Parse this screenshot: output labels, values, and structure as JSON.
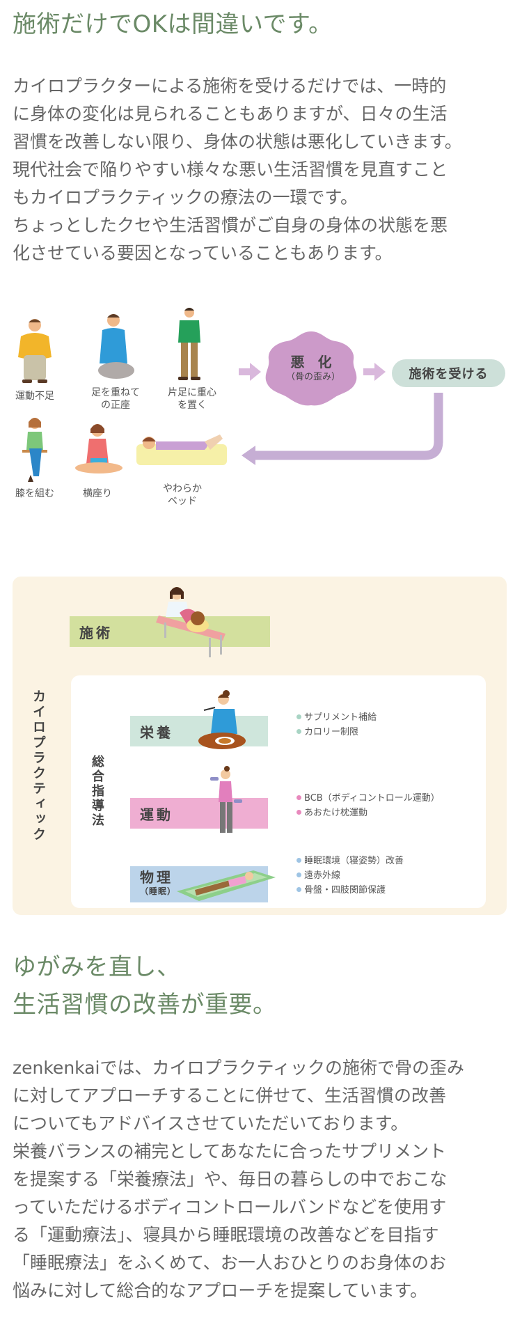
{
  "section1": {
    "heading": "施術だけでOKは間違いです。",
    "paragraph_lines": [
      "カイロプラクターによる施術を受けるだけでは、一時的",
      "に身体の変化は見られることもありますが、日々の生活",
      "習慣を改善しない限り、身体の状態は悪化していきます。",
      "現代社会で陥りやすい様々な悪い生活習慣を見直すこと",
      "もカイロプラクティックの療法の一環です。",
      "ちょっとしたクセや生活習慣がご自身の身体の状態を悪",
      "化させている要因となっていることもあります。"
    ]
  },
  "cycle_diagram": {
    "habits": [
      {
        "label": "運動不足",
        "shirt": "#f2b52a",
        "pants": "#c9c2a8"
      },
      {
        "label": "足を重ねて\nの正座",
        "shirt": "#2f9bd8",
        "pants": "#b0aaa8"
      },
      {
        "label": "片足に重心\nを置く",
        "shirt": "#25a05a",
        "pants": "#a8844e"
      },
      {
        "label": "膝を組む",
        "shirt": "#7dc77a",
        "pants": "#2b86c8"
      },
      {
        "label": "横座り",
        "shirt": "#ef6f6f",
        "pants": "#3aaedc"
      },
      {
        "label": "やわらか\nベッド",
        "shirt": "#c9a0d4",
        "pants": "#f6f0a8"
      }
    ],
    "worsen": {
      "title": "悪 化",
      "subtitle": "（骨の歪み）",
      "color": "#cc9ac9"
    },
    "treatment_pill": {
      "label": "施術を受ける",
      "color": "#cde0d9"
    },
    "arrow_color": "#c6aed4"
  },
  "approach_panel": {
    "outer_vertical_label": "カイロプラクティック",
    "inner_vertical_label": "総合指導法",
    "treatment_band": {
      "label": "施術",
      "color": "#d3e09e"
    },
    "categories": [
      {
        "label": "栄養",
        "sub": "",
        "color": "#cfe6dc",
        "dot": "#a8d4c4",
        "items": [
          "サプリメント補給",
          "カロリー制限"
        ]
      },
      {
        "label": "運動",
        "sub": "",
        "color": "#efaed2",
        "dot": "#e889bd",
        "items": [
          "BCB（ボディコントロール運動）",
          "あおたけ枕運動"
        ]
      },
      {
        "label": "物理",
        "sub": "（睡眠）",
        "color": "#bcd4ea",
        "dot": "#9ec4e4",
        "items": [
          "睡眠環境（寝姿勢）改善",
          "遠赤外線",
          "骨盤・四肢関節保護"
        ]
      }
    ]
  },
  "section2": {
    "heading_lines": [
      "ゆがみを直し、",
      "生活習慣の改善が重要。"
    ],
    "paragraph_lines": [
      "zenkenkaiでは、カイロプラクティックの施術で骨の歪み",
      "に対してアプローチすることに併せて、生活習慣の改善",
      "についてもアドバイスさせていただいております。",
      "栄養バランスの補完としてあなたに合ったサプリメント",
      "を提案する「栄養療法」や、毎日の暮らしの中でおこな",
      "っていただけるボディコントロールバンドなどを使用す",
      "る「運動療法」、寝具から睡眠環境の改善などを目指す",
      "「睡眠療法」をふくめて、お一人おひとりのお身体のお",
      "悩みに対して総合的なアプローチを提案しています。"
    ]
  },
  "colors": {
    "heading": "#6b8a67",
    "body_text": "#666666",
    "panel_bg": "#fbf3e3"
  }
}
